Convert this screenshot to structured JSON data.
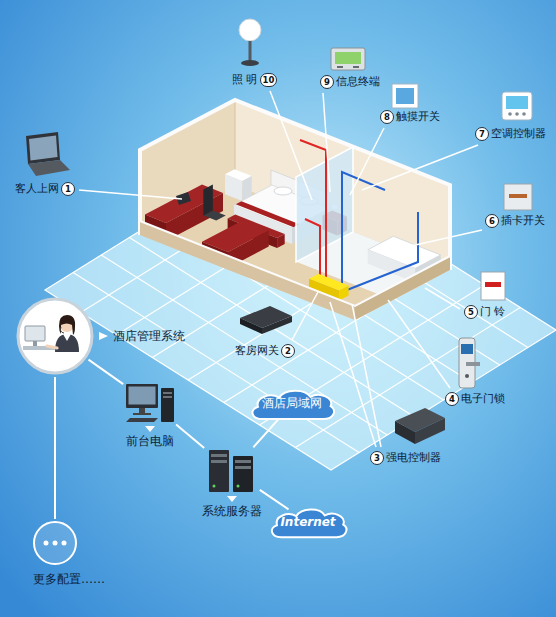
{
  "diagram": {
    "nodes": [
      {
        "text": [
          "酒店管理系统"
        ]
      },
      {
        "text": [
          "前台电脑"
        ]
      },
      {
        "text": [
          "酒店局域网"
        ]
      },
      {
        "text": [
          "系统服务器"
        ]
      },
      {
        "text": [
          "Internet"
        ]
      },
      {
        "text": [
          "更多配置……"
        ]
      }
    ],
    "edges": [
      {
        "from": 0,
        "to": 1,
        "arrow": "none"
      },
      {
        "from": 1,
        "to": 3,
        "arrow": "none"
      },
      {
        "from": 3,
        "to": 2,
        "arrow": "none"
      },
      {
        "from": 3,
        "to": 4,
        "arrow": "none"
      },
      {
        "from": 0,
        "to": 5,
        "arrow": "none"
      }
    ],
    "labels": [
      "照 明",
      "10",
      "9",
      "信息终端",
      "8",
      "触摸开关",
      "7",
      "空调控制器",
      "客人上网",
      "1",
      "6",
      "插卡开关",
      "5",
      "门 铃",
      "客房网关",
      "2",
      "4",
      "电子门锁",
      "3",
      "强电控制器"
    ]
  }
}
